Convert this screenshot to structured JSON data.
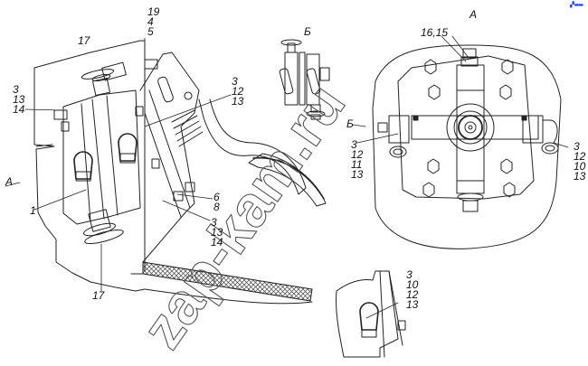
{
  "diagram": {
    "title": "Технический чертёж: установка клапана с пневмоприводом",
    "watermark": "zap-kam.ru",
    "corner_mark": "▞ ▬▬",
    "colors": {
      "line": "#222222",
      "watermark": "#555555",
      "corner_mark": "#1a3cff",
      "background": "#ffffff"
    },
    "views": {
      "main_view_arrow": "А",
      "view_a_title": "А",
      "view_b_title": "Б",
      "view_b_arrow": "Б"
    },
    "callouts": {
      "top_group": [
        "19",
        "4",
        "5"
      ],
      "left_group": [
        "3",
        "13",
        "14"
      ],
      "mid_group": [
        "3",
        "12",
        "13"
      ],
      "part17_top": "17",
      "part17_bottom": "17",
      "part1": "1",
      "right_group_a": [
        "6",
        "8"
      ],
      "right_group_b": [
        "3",
        "13",
        "14"
      ],
      "view_a_top": "16,15",
      "view_a_left": [
        "3",
        "12",
        "11",
        "13"
      ],
      "view_a_right": [
        "3",
        "12",
        "10",
        "13"
      ],
      "detail_bottom": [
        "3",
        "10",
        "12",
        "13"
      ]
    }
  }
}
